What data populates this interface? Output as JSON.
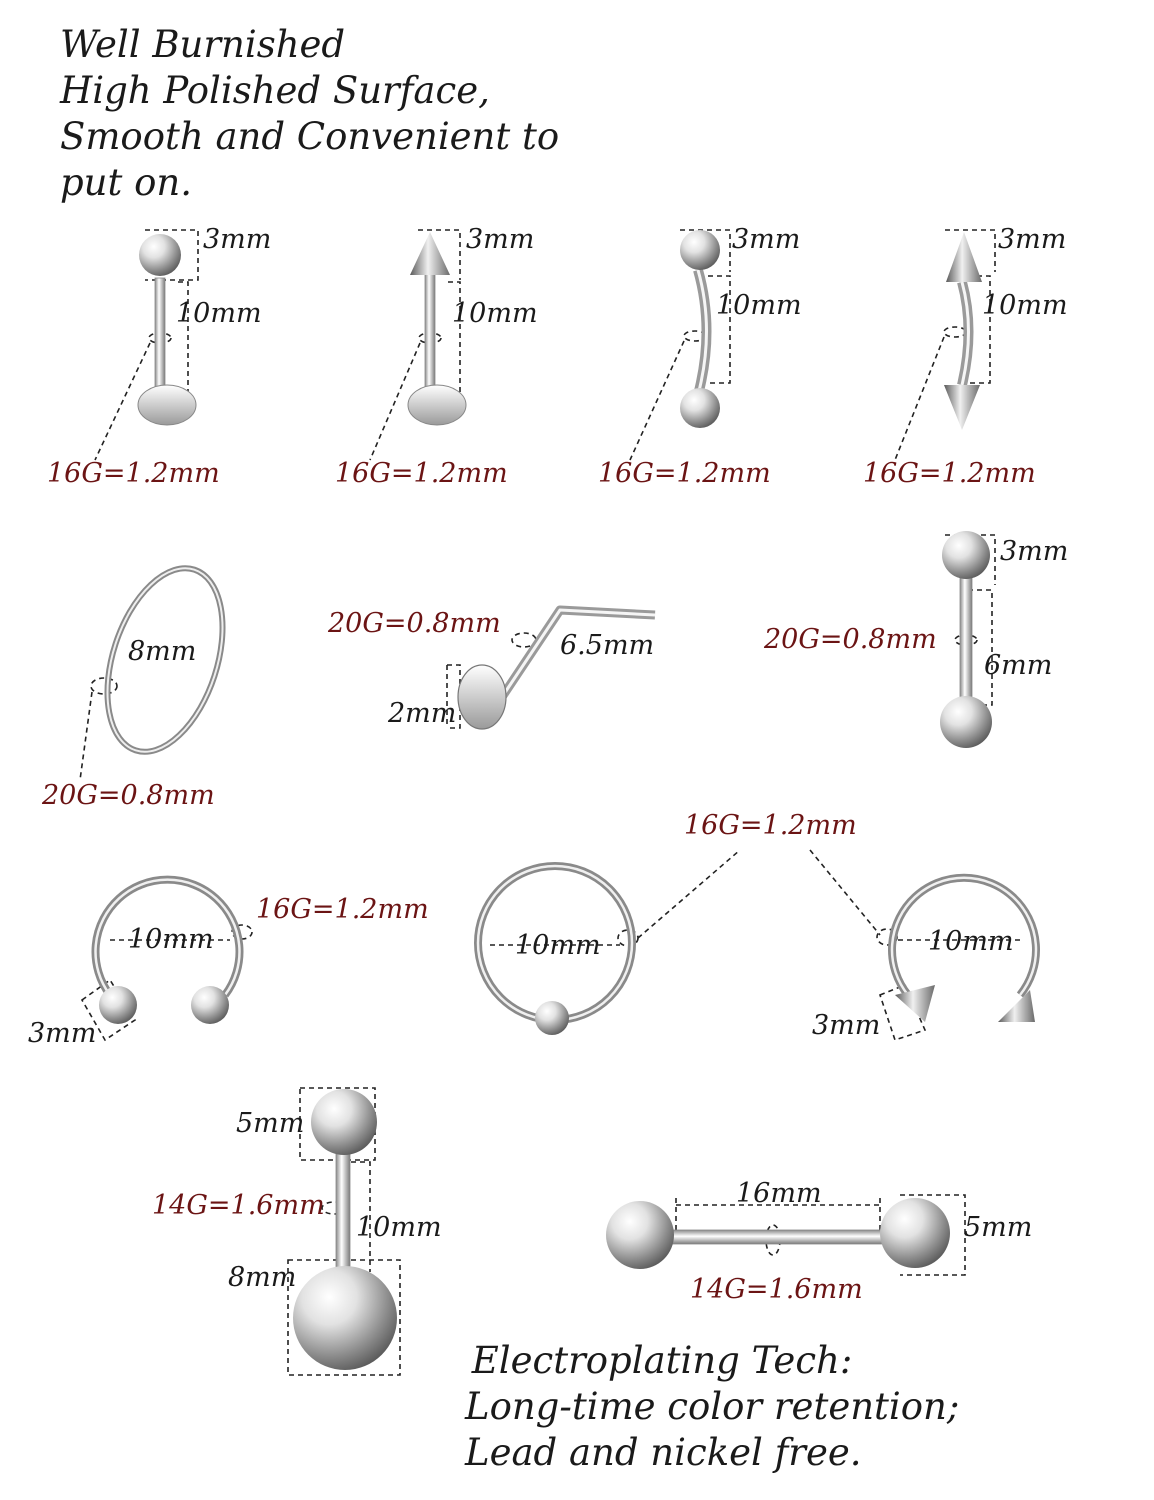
{
  "header": {
    "lines": [
      "Well Burnished",
      "High Polished Surface,",
      "Smooth and Convenient to",
      "put on."
    ]
  },
  "footer": {
    "lines": [
      " Electroplating Tech:",
      "Long-time color retention;",
      "Lead and nickel free."
    ]
  },
  "items": {
    "labret_ball": {
      "ball": "3mm",
      "length": "10mm",
      "gauge": "16G=1.2mm"
    },
    "labret_spike": {
      "spike": "3mm",
      "length": "10mm",
      "gauge": "16G=1.2mm"
    },
    "curved_ball": {
      "ball": "3mm",
      "length": "10mm",
      "gauge": "16G=1.2mm"
    },
    "curved_spike": {
      "spike": "3mm",
      "length": "10mm",
      "gauge": "16G=1.2mm"
    },
    "nose_hoop": {
      "diameter": "8mm",
      "gauge": "20G=0.8mm"
    },
    "nose_stud": {
      "gauge": "20G=0.8mm",
      "length": "6.5mm",
      "head": "2mm"
    },
    "mini_barbell": {
      "ball": "3mm",
      "gauge": "20G=0.8mm",
      "length": "6mm"
    },
    "horseshoe_ball": {
      "diameter": "10mm",
      "gauge": "16G=1.2mm",
      "ball": "3mm"
    },
    "captive_ring": {
      "diameter": "10mm"
    },
    "shared_gauge": "16G=1.2mm",
    "horseshoe_spike": {
      "diameter": "10mm",
      "spike": "3mm"
    },
    "belly_ring": {
      "top_ball": "5mm",
      "gauge": "14G=1.6mm",
      "length": "10mm",
      "bottom_ball": "8mm"
    },
    "straight_barbell": {
      "length": "16mm",
      "ball": "5mm",
      "gauge": "14G=1.6mm"
    }
  },
  "colors": {
    "gauge_text": "#6b1414",
    "text": "#1a1a1a",
    "metal_light": "#f4f4f4",
    "metal_dark": "#6e6e6e"
  }
}
